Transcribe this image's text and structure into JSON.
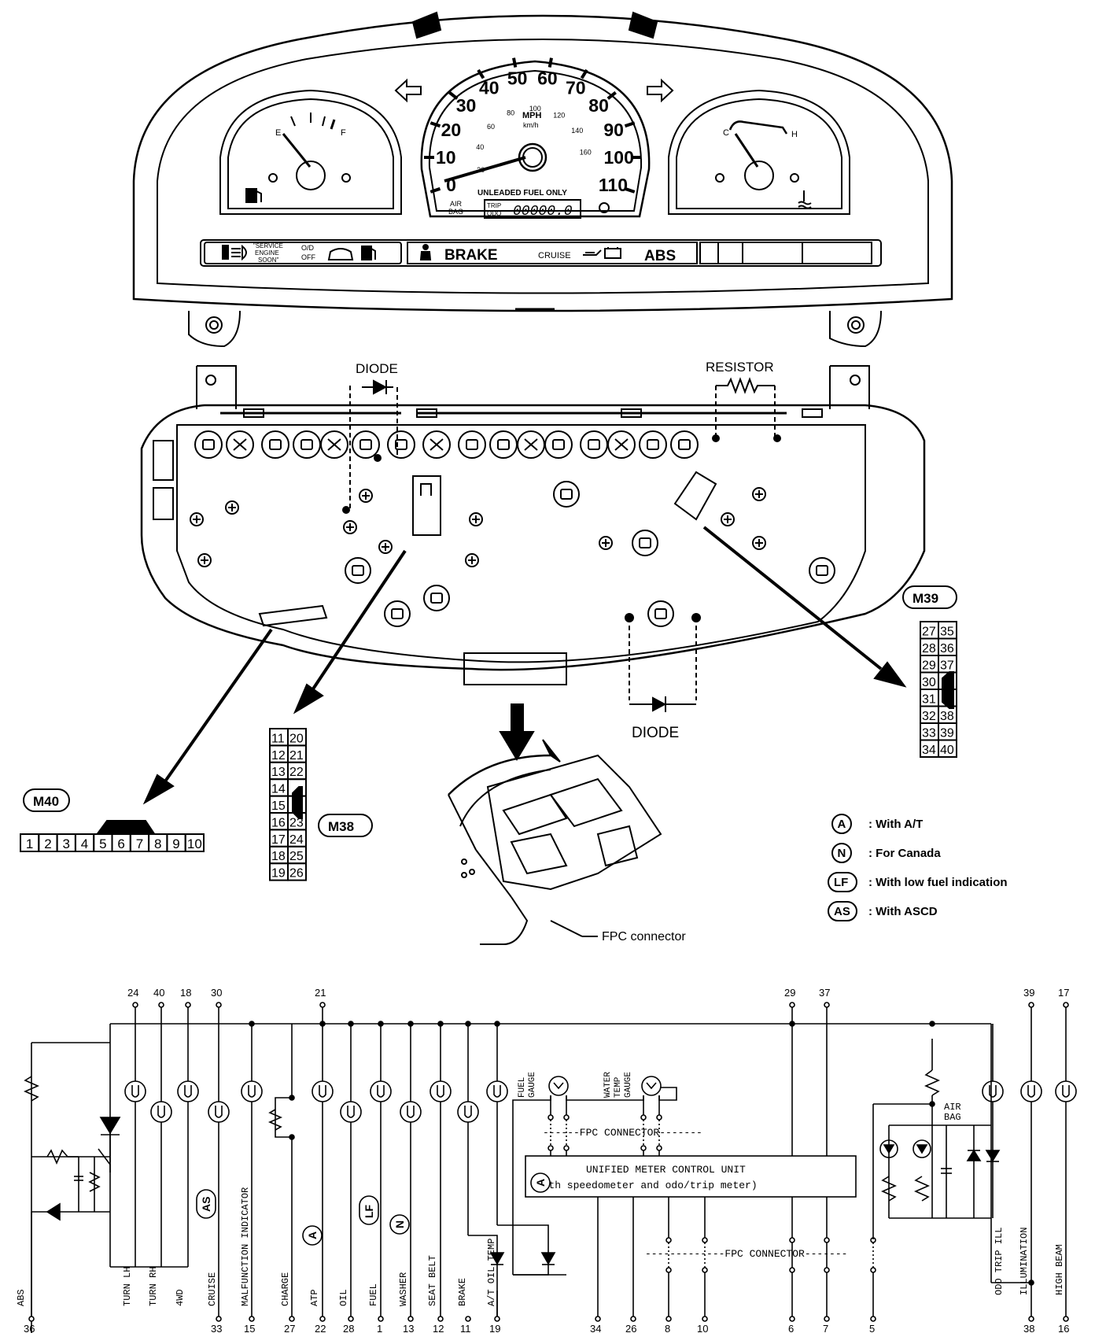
{
  "cluster": {
    "mph_labels": [
      "0",
      "10",
      "20",
      "30",
      "40",
      "50",
      "60",
      "70",
      "80",
      "90",
      "100",
      "110"
    ],
    "kmh_labels": [
      "20",
      "40",
      "60",
      "80",
      "100",
      "120",
      "140",
      "160"
    ],
    "mph_unit": "MPH",
    "kmh_unit": "km/h",
    "unleaded": "UNLEADED FUEL ONLY",
    "airbag_1": "AIR",
    "airbag_2": "BAG",
    "odo_value": "00000.0",
    "odo_label_1": "TRIP",
    "odo_label_2": "ODO",
    "fuel_e": "E",
    "fuel_f": "F",
    "temp_c": "C",
    "temp_h": "H",
    "warn_service_1": "\"SERVICE",
    "warn_service_2": "ENGINE",
    "warn_service_3": "SOON\"",
    "warn_od_1": "O/D",
    "warn_od_2": "OFF",
    "warn_brake": "BRAKE",
    "warn_cruise": "CRUISE",
    "warn_abs": "ABS"
  },
  "labels": {
    "diode_top": "DIODE",
    "resistor": "RESISTOR",
    "diode_bottom": "DIODE",
    "fpc_connector": "FPC connector"
  },
  "connectors": {
    "m40": {
      "name": "M40",
      "pins": [
        "1",
        "2",
        "3",
        "4",
        "5",
        "6",
        "7",
        "8",
        "9",
        "10"
      ]
    },
    "m38": {
      "name": "M38",
      "left": [
        "11",
        "12",
        "13",
        "14",
        "15",
        "16",
        "17",
        "18",
        "19"
      ],
      "right": [
        "20",
        "21",
        "22",
        "",
        "",
        "23",
        "24",
        "25",
        "26"
      ]
    },
    "m39": {
      "name": "M39",
      "left": [
        "27",
        "28",
        "29",
        "30",
        "31",
        "32",
        "33",
        "34"
      ],
      "right": [
        "35",
        "36",
        "37",
        "",
        "",
        "38",
        "39",
        "40"
      ]
    }
  },
  "legend": [
    {
      "symbol": "A",
      "text": ": With A/T"
    },
    {
      "symbol": "N",
      "text": ": For Canada"
    },
    {
      "symbol": "LF",
      "text": ": With low fuel indication"
    },
    {
      "symbol": "AS",
      "text": ": With ASCD"
    }
  ],
  "schematic": {
    "top_pins": [
      "24",
      "40",
      "18",
      "30",
      "21",
      "29",
      "37",
      "39",
      "17"
    ],
    "bottom_pins": [
      "36",
      "33",
      "15",
      "27",
      "22",
      "28",
      "1",
      "13",
      "12",
      "11",
      "19",
      "34",
      "26",
      "8",
      "10",
      "6",
      "7",
      "5",
      "38",
      "16"
    ],
    "circuits": [
      "ABS",
      "TURN LH",
      "TURN RH",
      "4WD",
      "CRUISE",
      "MALFUNCTION INDICATOR",
      "CHARGE",
      "ATP",
      "OIL",
      "FUEL",
      "WASHER",
      "SEAT BELT",
      "BRAKE",
      "A/T OIL TEMP",
      "ODO TRIP ILL",
      "ILLUMINATION",
      "HIGH BEAM"
    ],
    "badge_cruise": "AS",
    "badge_atp": "A",
    "badge_fuel": "LF",
    "badge_washer": "N",
    "badge_atoil": "A",
    "fuel_gauge_1": "FUEL",
    "fuel_gauge_2": "GAUGE",
    "water_gauge_1": "WATER",
    "water_gauge_2": "TEMP",
    "water_gauge_3": "GAUGE",
    "fpc_top": "------FPC CONNECTOR-------",
    "fpc_bottom": "-------------FPC CONNECTOR-------",
    "ucu_1": "UNIFIED METER CONTROL UNIT",
    "ucu_2": "(With speedometer and odo/trip meter)",
    "airbag_1": "AIR",
    "airbag_2": "BAG"
  }
}
